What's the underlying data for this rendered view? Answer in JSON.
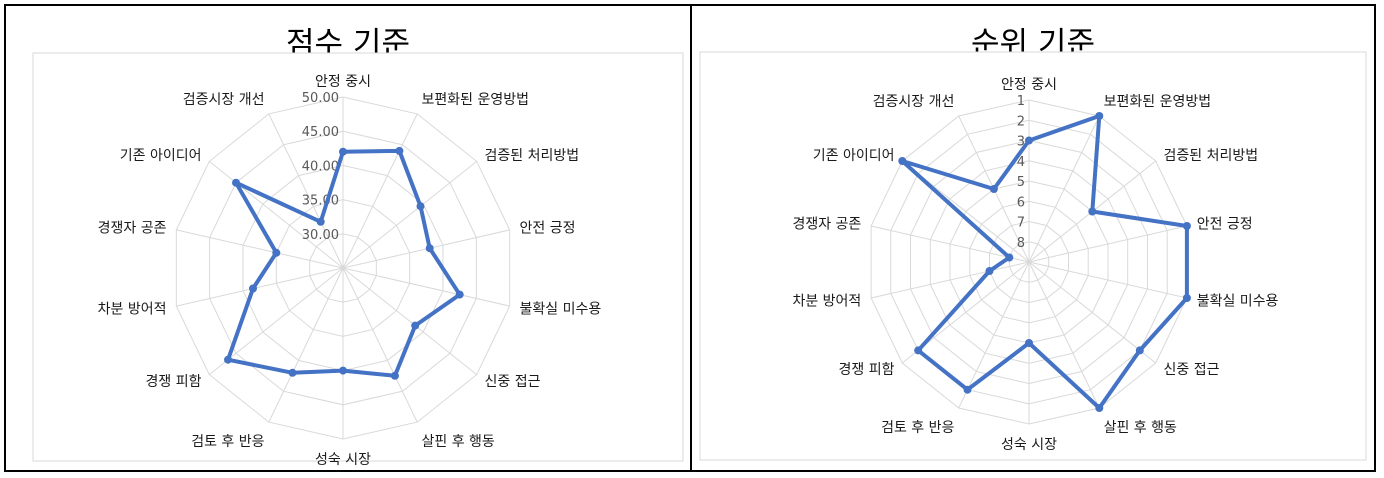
{
  "chart_data": [
    {
      "type": "radar",
      "title": "점수 기준",
      "categories": [
        "안정 중시",
        "보편화된 운영방법",
        "검증된 처리방법",
        "안전 긍정",
        "불확실 미수용",
        "신중 접근",
        "살핀 후 행동",
        "성숙 시장",
        "검토 후 반응",
        "경쟁 피함",
        "차분 방어적",
        "경쟁자 공존",
        "기존 아이디어",
        "검증시장 개선"
      ],
      "values": [
        42.0,
        44.0,
        39.5,
        38.0,
        42.5,
        38.5,
        42.5,
        40.0,
        42.0,
        46.5,
        38.5,
        35.0,
        45.0,
        32.5
      ],
      "rlim": [
        25,
        50
      ],
      "ticks": [
        30,
        35,
        40,
        45,
        50
      ],
      "tick_labels": [
        "30.00",
        "35.00",
        "40.00",
        "45.00",
        "50.00"
      ],
      "reverse": false,
      "grid": true
    },
    {
      "type": "radar",
      "title": "순위 기준",
      "categories": [
        "안정 중시",
        "보편화된 운영방법",
        "검증된 처리방법",
        "안전 긍정",
        "불확실 미수용",
        "신중 접근",
        "살핀 후 행동",
        "성숙 시장",
        "검토 후 반응",
        "경쟁 피함",
        "차분 방어적",
        "경쟁자 공존",
        "기존 아이디어",
        "검증시장 개선"
      ],
      "values": [
        3,
        1,
        5,
        1,
        1,
        2,
        1,
        5,
        2,
        2,
        7,
        8,
        1,
        5
      ],
      "rlim": [
        1,
        9
      ],
      "ticks": [
        1,
        2,
        3,
        4,
        5,
        6,
        7,
        8
      ],
      "tick_labels": [
        "1",
        "2",
        "3",
        "4",
        "5",
        "6",
        "7",
        "8"
      ],
      "reverse": true,
      "grid": true
    }
  ]
}
